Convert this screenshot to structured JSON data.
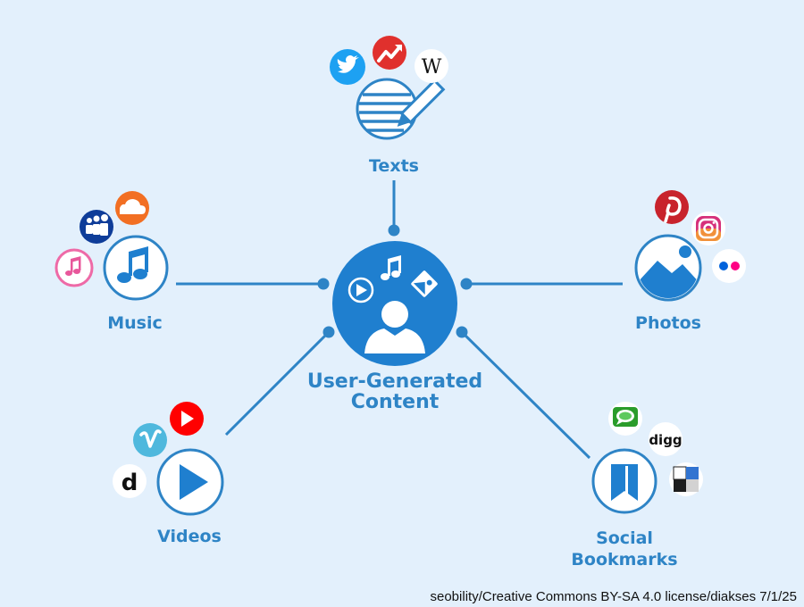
{
  "center": {
    "title_line1": "User-Generated",
    "title_line2": "Content"
  },
  "categories": {
    "texts": {
      "label": "Texts",
      "icon": "document-pencil-icon",
      "platforms": [
        "twitter-icon",
        "trending-arrow-icon",
        "wikipedia-icon"
      ]
    },
    "music": {
      "label": "Music",
      "icon": "music-note-icon",
      "platforms": [
        "itunes-icon",
        "myspace-icon",
        "soundcloud-icon"
      ]
    },
    "photos": {
      "label": "Photos",
      "icon": "mountain-photo-icon",
      "platforms": [
        "pinterest-icon",
        "instagram-icon",
        "flickr-icon"
      ]
    },
    "videos": {
      "label": "Videos",
      "icon": "play-icon",
      "platforms": [
        "dailymotion-icon",
        "vimeo-icon",
        "youtube-icon"
      ]
    },
    "bookmarks": {
      "label_line1": "Social",
      "label_line2": "Bookmarks",
      "icon": "bookmark-icon",
      "platforms": [
        "chat-bubble-icon",
        "digg-icon",
        "delicious-icon"
      ]
    }
  },
  "platform_text": {
    "wikipedia": "W",
    "digg": "digg",
    "dailymotion": "d"
  },
  "credit": "seobility/Creative Commons BY-SA 4.0 license/diakses 7/1/25",
  "colors": {
    "background": "#e3f0fc",
    "accent": "#2e84c6",
    "center_fill": "#1f7fcf",
    "line": "#2e84c6"
  }
}
